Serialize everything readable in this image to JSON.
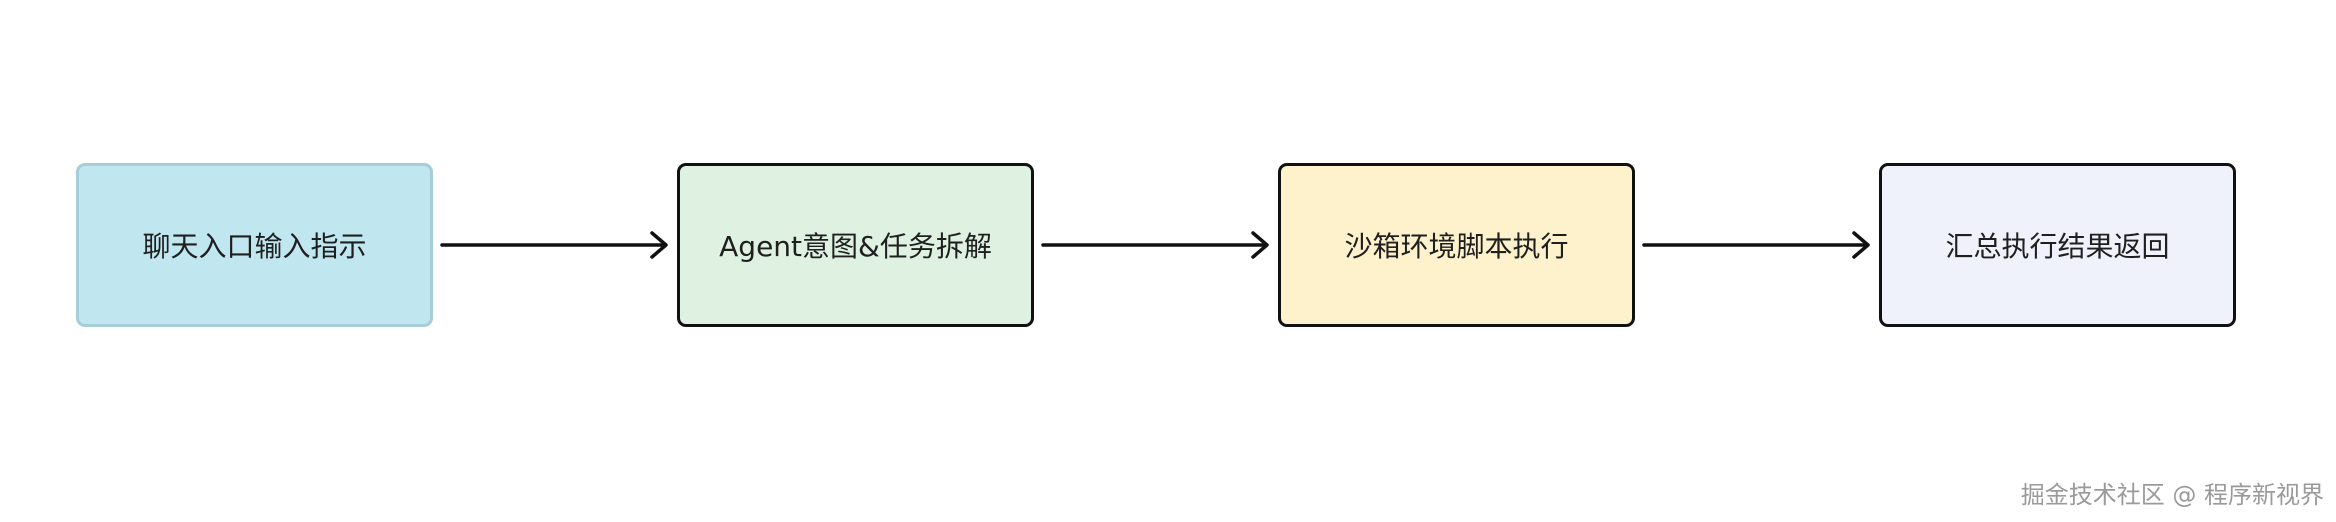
{
  "diagram": {
    "steps": [
      {
        "label": "聊天入口输入指示",
        "color": "#c0e7f0"
      },
      {
        "label": "Agent意图&任务拆解",
        "color": "#dff2e2"
      },
      {
        "label": "沙箱环境脚本执行",
        "color": "#fef2cc"
      },
      {
        "label": "汇总执行结果返回",
        "color": "#eff2fb"
      }
    ]
  },
  "watermark": "掘金技术社区 @ 程序新视界"
}
